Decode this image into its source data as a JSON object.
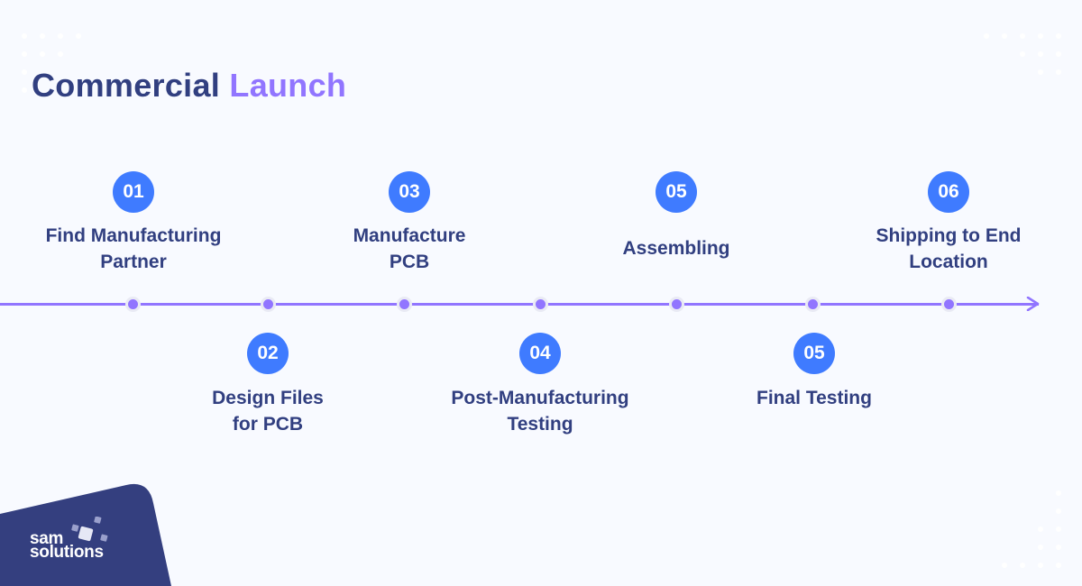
{
  "title": {
    "part1": "Commercial",
    "part2": "Launch"
  },
  "colors": {
    "background": "#f8faff",
    "title_dark": "#313f80",
    "title_accent": "#9175ff",
    "timeline": "#9175ff",
    "badge": "#3f7bff",
    "label": "#313f80",
    "logo_bg": "#343f7f"
  },
  "steps": [
    {
      "number": "01",
      "label_line1": "Find Manufacturing",
      "label_line2": "Partner",
      "position": "above"
    },
    {
      "number": "02",
      "label_line1": "Design Files",
      "label_line2": "for PCB",
      "position": "below"
    },
    {
      "number": "03",
      "label_line1": "Manufacture",
      "label_line2": "PCB",
      "position": "above"
    },
    {
      "number": "04",
      "label_line1": "Post-Manufacturing",
      "label_line2": "Testing",
      "position": "below"
    },
    {
      "number": "05",
      "label_line1": "Assembling",
      "label_line2": "",
      "position": "above"
    },
    {
      "number": "05",
      "label_line1": "Final Testing",
      "label_line2": "",
      "position": "below"
    },
    {
      "number": "06",
      "label_line1": "Shipping to End",
      "label_line2": "Location",
      "position": "above"
    }
  ],
  "logo": {
    "line1": "sam",
    "line2": "solutions"
  }
}
